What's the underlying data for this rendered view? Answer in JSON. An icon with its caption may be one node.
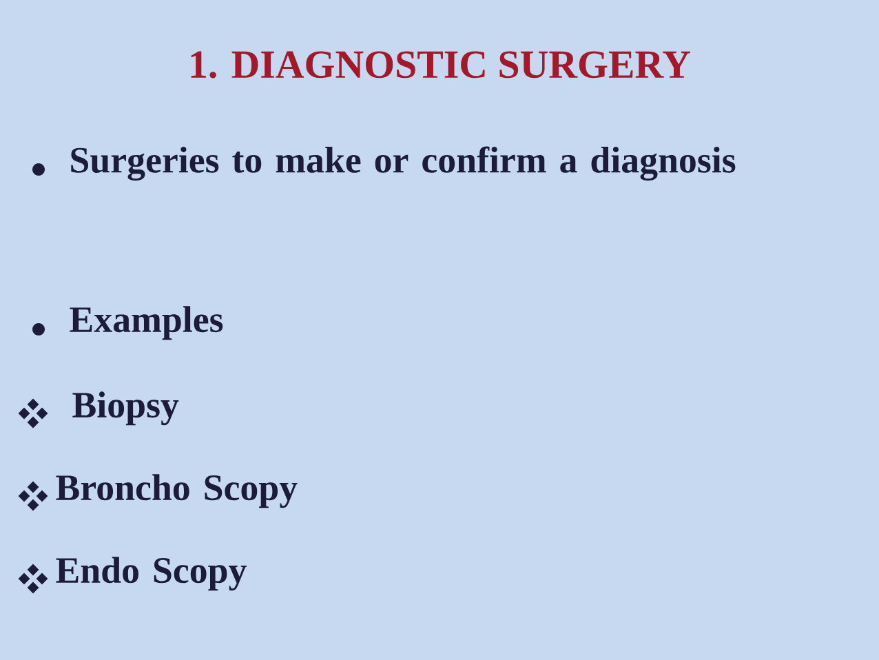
{
  "diagram": {
    "title": "1. DIAGNOSTIC SURGERY",
    "labels": [
      "Surgeries to make or confirm a diagnosis",
      "Examples",
      "Biopsy",
      "Broncho Scopy",
      "Endo Scopy"
    ]
  }
}
